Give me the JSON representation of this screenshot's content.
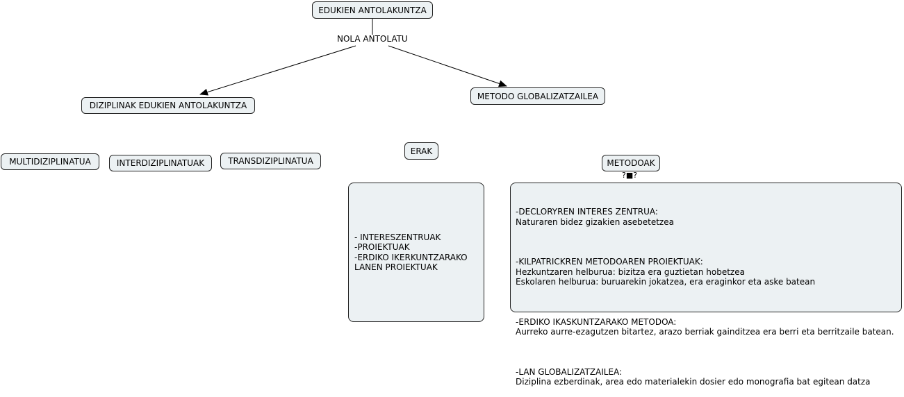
{
  "nodes": {
    "root": "EDUKIEN ANTOLAKUNTZA",
    "link_label": "NOLA ANTOLATU",
    "left": "DIZIPLINAK EDUKIEN ANTOLAKUNTZA",
    "right": "METODO GLOBALIZATZAILEA",
    "multi": "MULTIDIZIPLINATUA",
    "inter": "INTERDIZIPLINATUAK",
    "trans": "TRANSDIZIPLINATUA",
    "erak": "ERAK",
    "metodoak": "METODOAK",
    "metodoak_marker": "?■?"
  },
  "erak_box": {
    "lines": "- INTERESZENTRUAK\n-PROIEKTUAK\n-ERDIKO IKERKUNTZARAKO\nLANEN PROIEKTUAK"
  },
  "metodoak_box": {
    "p1": "-DECLORYREN INTERES ZENTRUA:\nNaturaren bidez gizakien asebetetzea",
    "p2": "-KILPATRICKREN METODOAREN PROIEKTUAK:\nHezkuntzaren helburua: bizitza era guztietan hobetzea\nEskolaren helburua: buruarekin jokatzea, era eraginkor eta aske batean",
    "p3": "-ERDIKO IKASKUNTZARAKO METODOA:\nAurreko aurre-ezagutzen bitartez, arazo berriak gainditzea era berri eta berritzaile batean.",
    "p4": "-LAN GLOBALIZATZAILEA:\nDiziplina ezberdinak, area edo materialekin dosier edo monografia bat egitean datza"
  }
}
